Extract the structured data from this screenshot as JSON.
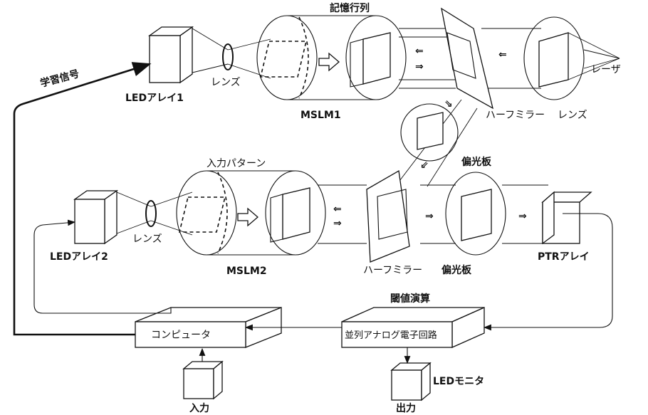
{
  "labels": {
    "memory_matrix": "記憶行列",
    "learning_signal": "学習信号",
    "led_array_1": "LEDアレイ1",
    "lens_1": "レンズ",
    "mslm_1": "MSLM1",
    "laser": "レーザ",
    "half_mirror_1": "ハーフミラー",
    "lens_laser": "レンズ",
    "polarizer_1": "偏光板",
    "input_pattern": "入力パターン",
    "led_array_2": "LEDアレイ2",
    "lens_2": "レンズ",
    "mslm_2": "MSLM2",
    "half_mirror_2": "ハーフミラー",
    "polarizer_2": "偏光板",
    "ptr_array": "PTRアレイ",
    "threshold_op": "閾値演算",
    "computer": "コンピュータ",
    "analog_circuit": "並列アナログ電子回路",
    "led_monitor": "LEDモニタ",
    "input": "入力",
    "output": "出力"
  }
}
